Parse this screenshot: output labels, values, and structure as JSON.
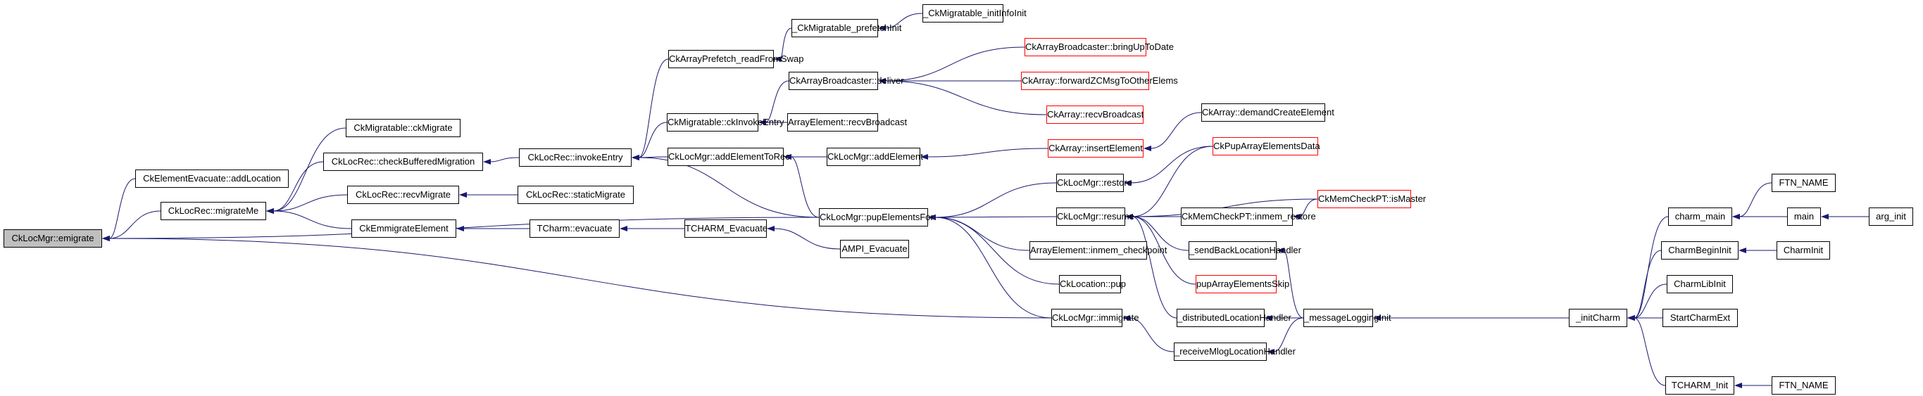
{
  "diagram": {
    "type": "caller-graph",
    "edge_color": "#191970",
    "current_fill": "#bfbfbf",
    "nodes": [
      {
        "id": "emigrate",
        "label": "CkLocMgr::emigrate",
        "current": true
      },
      {
        "id": "addLocation",
        "label": "CkElementEvacuate::addLocation"
      },
      {
        "id": "migrateMe",
        "label": "CkLocRec::migrateMe"
      },
      {
        "id": "ckMigrate",
        "label": "CkMigratable::ckMigrate"
      },
      {
        "id": "checkBuffered",
        "label": "CkLocRec::checkBufferedMigration"
      },
      {
        "id": "recvMigrate",
        "label": "CkLocRec::recvMigrate"
      },
      {
        "id": "emmigrateElement",
        "label": "CkEmmigrateElement"
      },
      {
        "id": "invokeEntry",
        "label": "CkLocRec::invokeEntry"
      },
      {
        "id": "staticMigrate",
        "label": "CkLocRec::staticMigrate"
      },
      {
        "id": "tcharmEvacuate",
        "label": "TCharm::evacuate"
      },
      {
        "id": "readFromSwap",
        "label": "CkArrayPrefetch_readFromSwap"
      },
      {
        "id": "ckInvokeEntry",
        "label": "CkMigratable::ckInvokeEntry"
      },
      {
        "id": "addElementToRec",
        "label": "CkLocMgr::addElementToRec"
      },
      {
        "id": "TCHARM_Evacuate",
        "label": "TCHARM_Evacuate"
      },
      {
        "id": "prefetchInit",
        "label": "_CkMigratable_prefetchInit"
      },
      {
        "id": "initInfoInit",
        "label": "_CkMigratable_initInfoInit"
      },
      {
        "id": "deliver",
        "label": "CkArrayBroadcaster::deliver"
      },
      {
        "id": "aeRecvBroadcast",
        "label": "ArrayElement::recvBroadcast"
      },
      {
        "id": "addElement",
        "label": "CkLocMgr::addElement"
      },
      {
        "id": "pupElementsFor",
        "label": "CkLocMgr::pupElementsFor"
      },
      {
        "id": "AMPI_Evacuate",
        "label": "AMPI_Evacuate"
      },
      {
        "id": "bringUpToDate",
        "label": "CkArrayBroadcaster::bringUpToDate",
        "red": true
      },
      {
        "id": "forwardZC",
        "label": "CkArray::forwardZCMsgToOtherElems",
        "red": true
      },
      {
        "id": "caRecvBroadcast",
        "label": "CkArray::recvBroadcast",
        "red": true
      },
      {
        "id": "insertElement",
        "label": "CkArray::insertElement",
        "red": true
      },
      {
        "id": "demandCreate",
        "label": "CkArray::demandCreateElement"
      },
      {
        "id": "restore",
        "label": "CkLocMgr::restore"
      },
      {
        "id": "resume",
        "label": "CkLocMgr::resume"
      },
      {
        "id": "inmemCheckpoint",
        "label": "ArrayElement::inmem_checkpoint"
      },
      {
        "id": "locationPup",
        "label": "CkLocation::pup"
      },
      {
        "id": "immigrate",
        "label": "CkLocMgr::immigrate"
      },
      {
        "id": "pupArrayData",
        "label": "CkPupArrayElementsData",
        "red": true
      },
      {
        "id": "isMaster",
        "label": "CkMemCheckPT::isMaster",
        "red": true
      },
      {
        "id": "inmemRestore",
        "label": "CkMemCheckPT::inmem_restore"
      },
      {
        "id": "sendBack",
        "label": "_sendBackLocationHandler"
      },
      {
        "id": "pupSkip",
        "label": "pupArrayElementsSkip",
        "red": true
      },
      {
        "id": "distributed",
        "label": "_distributedLocationHandler"
      },
      {
        "id": "receiveMlog",
        "label": "_receiveMlogLocationHandler"
      },
      {
        "id": "msgLogInit",
        "label": "_messageLoggingInit"
      },
      {
        "id": "initCharm",
        "label": "_initCharm"
      },
      {
        "id": "charmMain",
        "label": "charm_main"
      },
      {
        "id": "charmBeginInit",
        "label": "CharmBeginInit"
      },
      {
        "id": "charmLibInit",
        "label": "CharmLibInit"
      },
      {
        "id": "startCharmExt",
        "label": "StartCharmExt"
      },
      {
        "id": "tcharmInit",
        "label": "TCHARM_Init"
      },
      {
        "id": "ftnName1",
        "label": "FTN_NAME"
      },
      {
        "id": "main",
        "label": "main"
      },
      {
        "id": "charmInit",
        "label": "CharmInit"
      },
      {
        "id": "ftnName2",
        "label": "FTN_NAME"
      },
      {
        "id": "argInit",
        "label": "arg_init"
      }
    ],
    "edges": [
      [
        "addLocation",
        "emigrate"
      ],
      [
        "migrateMe",
        "emigrate"
      ],
      [
        "pupElementsFor",
        "emigrate"
      ],
      [
        "immigrate",
        "emigrate"
      ],
      [
        "ckMigrate",
        "migrateMe"
      ],
      [
        "checkBuffered",
        "migrateMe"
      ],
      [
        "recvMigrate",
        "migrateMe"
      ],
      [
        "emmigrateElement",
        "migrateMe"
      ],
      [
        "invokeEntry",
        "checkBuffered"
      ],
      [
        "staticMigrate",
        "recvMigrate"
      ],
      [
        "tcharmEvacuate",
        "emmigrateElement"
      ],
      [
        "readFromSwap",
        "invokeEntry"
      ],
      [
        "ckInvokeEntry",
        "invokeEntry"
      ],
      [
        "addElementToRec",
        "invokeEntry"
      ],
      [
        "pupElementsFor",
        "invokeEntry"
      ],
      [
        "TCHARM_Evacuate",
        "tcharmEvacuate"
      ],
      [
        "AMPI_Evacuate",
        "TCHARM_Evacuate"
      ],
      [
        "prefetchInit",
        "readFromSwap"
      ],
      [
        "initInfoInit",
        "prefetchInit"
      ],
      [
        "deliver",
        "ckInvokeEntry"
      ],
      [
        "aeRecvBroadcast",
        "ckInvokeEntry"
      ],
      [
        "bringUpToDate",
        "deliver"
      ],
      [
        "forwardZC",
        "deliver"
      ],
      [
        "caRecvBroadcast",
        "deliver"
      ],
      [
        "addElement",
        "addElementToRec"
      ],
      [
        "pupElementsFor",
        "addElementToRec"
      ],
      [
        "insertElement",
        "addElement"
      ],
      [
        "demandCreate",
        "insertElement"
      ],
      [
        "restore",
        "pupElementsFor"
      ],
      [
        "resume",
        "pupElementsFor"
      ],
      [
        "inmemCheckpoint",
        "pupElementsFor"
      ],
      [
        "locationPup",
        "pupElementsFor"
      ],
      [
        "immigrate",
        "pupElementsFor"
      ],
      [
        "pupArrayData",
        "restore"
      ],
      [
        "pupArrayData",
        "resume"
      ],
      [
        "isMaster",
        "resume"
      ],
      [
        "inmemRestore",
        "resume"
      ],
      [
        "sendBack",
        "resume"
      ],
      [
        "pupSkip",
        "resume"
      ],
      [
        "distributed",
        "resume"
      ],
      [
        "isMaster",
        "inmemRestore"
      ],
      [
        "receiveMlog",
        "immigrate"
      ],
      [
        "msgLogInit",
        "sendBack"
      ],
      [
        "msgLogInit",
        "distributed"
      ],
      [
        "msgLogInit",
        "receiveMlog"
      ],
      [
        "initCharm",
        "msgLogInit"
      ],
      [
        "charmMain",
        "initCharm"
      ],
      [
        "charmBeginInit",
        "initCharm"
      ],
      [
        "charmLibInit",
        "initCharm"
      ],
      [
        "startCharmExt",
        "initCharm"
      ],
      [
        "tcharmInit",
        "initCharm"
      ],
      [
        "ftnName1",
        "charmMain"
      ],
      [
        "main",
        "charmMain"
      ],
      [
        "argInit",
        "main"
      ],
      [
        "charmInit",
        "charmBeginInit"
      ],
      [
        "ftnName2",
        "tcharmInit"
      ]
    ]
  }
}
